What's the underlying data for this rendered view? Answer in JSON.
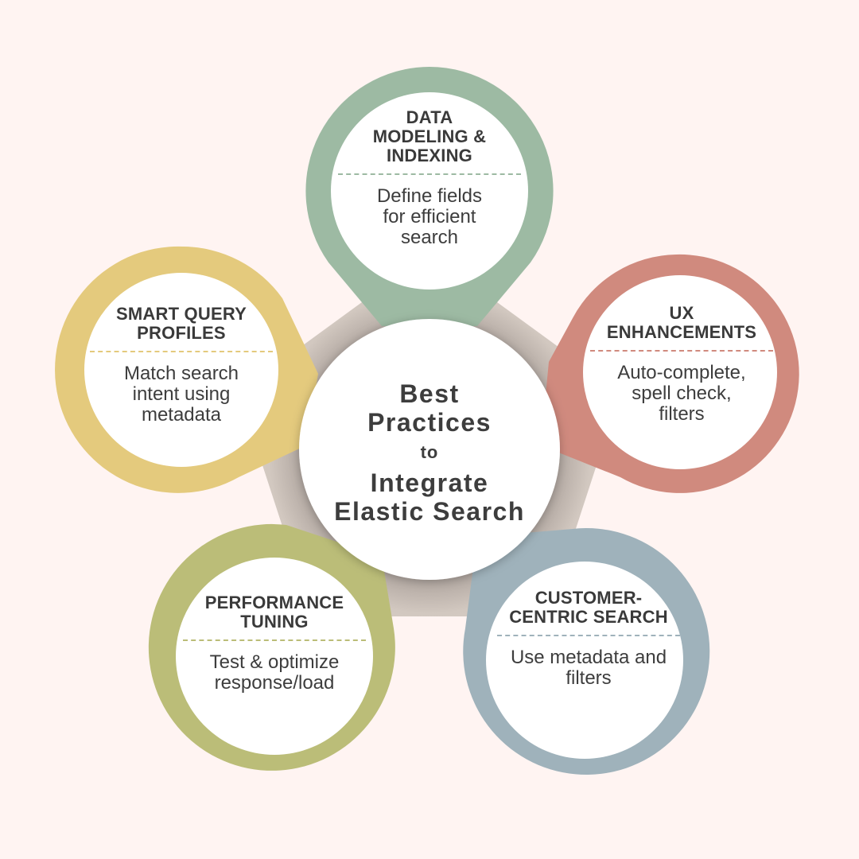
{
  "diagram": {
    "title": {
      "line1": "Best\nPractices",
      "connector": "to",
      "line2": "Integrate\nElastic Search"
    },
    "colors": {
      "background": "#fff4f2",
      "pentagon": "#ddd4cc",
      "center_fill": "#ffffff",
      "text": "#3d3d3d"
    },
    "nodes": [
      {
        "id": "data-modeling",
        "title": "DATA\nMODELING &\nINDEXING",
        "description": "Define fields\nfor efficient\nsearch",
        "color": "#9dbaa3",
        "divider_color": "#9dbaa3"
      },
      {
        "id": "ux-enhancements",
        "title": "UX\nENHANCEMENTS",
        "description": "Auto-complete,\nspell check,\nfilters",
        "color": "#d08a7e",
        "divider_color": "#d08a7e"
      },
      {
        "id": "customer-centric-search",
        "title": "CUSTOMER-\nCENTRIC SEARCH",
        "description": "Use metadata and\nfilters",
        "color": "#9fb2bb",
        "divider_color": "#9fb2bb"
      },
      {
        "id": "performance-tuning",
        "title": "PERFORMANCE\nTUNING",
        "description": "Test & optimize\nresponse/load",
        "color": "#bbbd78",
        "divider_color": "#bbbd78"
      },
      {
        "id": "smart-query-profiles",
        "title": "SMART QUERY\nPROFILES",
        "description": "Match search\nintent using\nmetadata",
        "color": "#e4ca7d",
        "divider_color": "#e4ca7d"
      }
    ]
  }
}
